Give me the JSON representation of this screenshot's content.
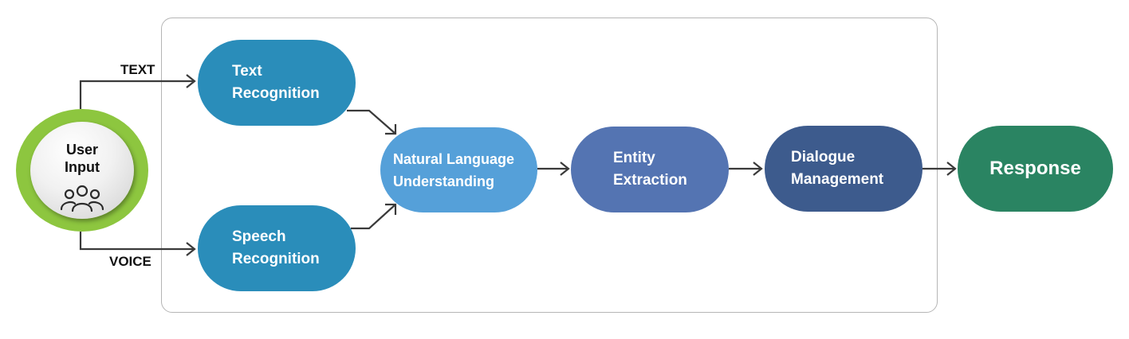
{
  "diagram": {
    "user_input": "User\nInput",
    "edges": {
      "text": "TEXT",
      "voice": "VOICE"
    },
    "nodes": {
      "text_recognition": "Text\nRecognition",
      "speech_recognition": "Speech\nRecognition",
      "nlu": "Natural Language\nUnderstanding",
      "entity_extraction": "Entity\nExtraction",
      "dialogue_management": "Dialogue\nManagement",
      "response": "Response"
    }
  },
  "colors": {
    "user_input_ring": "#8dc63f",
    "recognition": "#2a8dba",
    "nlu": "#55a0d9",
    "entity_extraction": "#5474b2",
    "dialogue_management": "#3d5b8d",
    "response": "#2a8462",
    "connector": "#3a3a3a",
    "frame": "#b5b5b5"
  },
  "icons": {
    "user_input": "users-icon"
  }
}
